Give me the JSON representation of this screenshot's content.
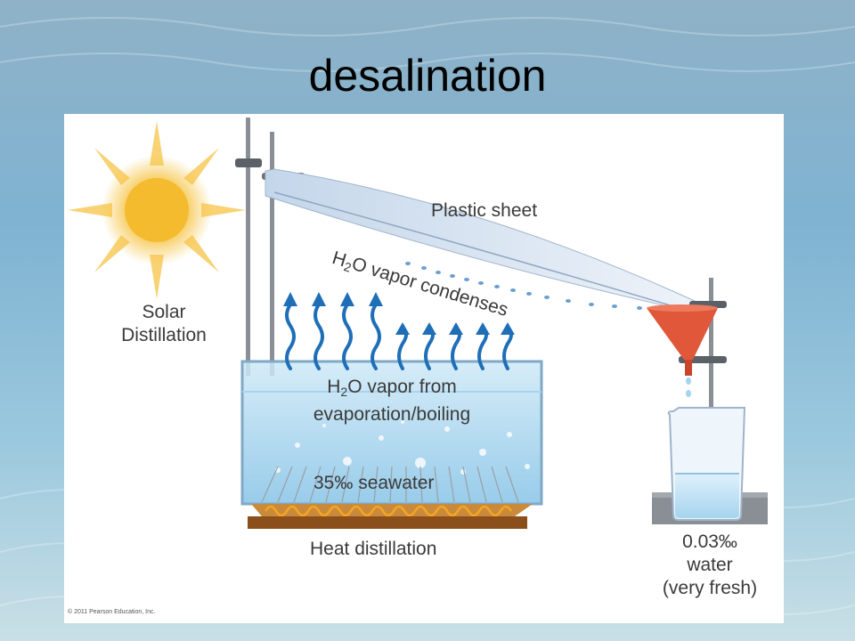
{
  "slide": {
    "title": "desalination"
  },
  "diagram": {
    "labels": {
      "solar_line1": "Solar",
      "solar_line2": "Distillation",
      "plastic_sheet": "Plastic sheet",
      "condense_h": "H",
      "condense_sub": "2",
      "condense_rest": "O vapor condenses",
      "vapor_h": "H",
      "vapor_sub": "2",
      "vapor_rest": "O vapor from",
      "vapor_line2": "evaporation/boiling",
      "seawater": "35‰ seawater",
      "heat": "Heat distillation",
      "fresh_line1": "0.03‰",
      "fresh_line2": "water",
      "fresh_line3": "(very fresh)",
      "copyright": "© 2011 Pearson Education, Inc."
    },
    "colors": {
      "sun": "#f5c542",
      "water": "#a9d7ee",
      "arrow": "#1f6fb8",
      "funnel": "#e0573a",
      "heater": "#b0701f",
      "sheet": "#dbe7f3"
    }
  }
}
